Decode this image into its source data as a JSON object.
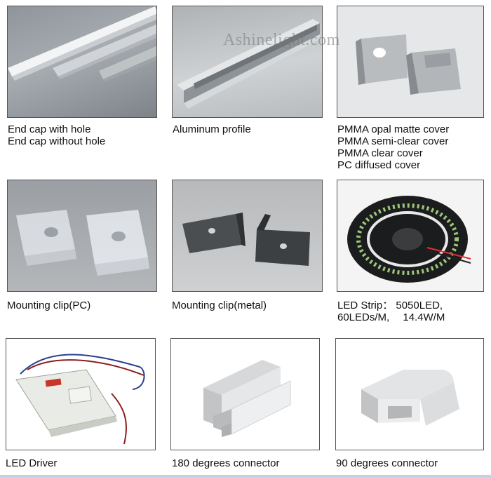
{
  "watermark": "Ashinelight.com",
  "products": [
    {
      "id": "end-cap",
      "lines": [
        "End cap with hole",
        "End cap without hole"
      ]
    },
    {
      "id": "aluminum-profile",
      "lines": [
        "Aluminum profile"
      ]
    },
    {
      "id": "pmma-cover",
      "lines": [
        "PMMA opal matte cover",
        "PMMA semi-clear cover",
        "PMMA clear cover",
        "PC diffused cover"
      ]
    },
    {
      "id": "mounting-clip-pc",
      "lines": [
        "Mounting clip(PC)"
      ]
    },
    {
      "id": "mounting-clip-metal",
      "lines": [
        "Mounting clip(metal)"
      ]
    },
    {
      "id": "led-strip",
      "lines": [
        "LED Strip： 5050LED,",
        "60LEDs/M,　 14.4W/M"
      ]
    },
    {
      "id": "led-driver",
      "lines": [
        "LED Driver"
      ]
    },
    {
      "id": "connector-180",
      "lines": [
        "180 degrees connector"
      ]
    },
    {
      "id": "connector-90",
      "lines": [
        "90 degrees connector"
      ]
    }
  ]
}
